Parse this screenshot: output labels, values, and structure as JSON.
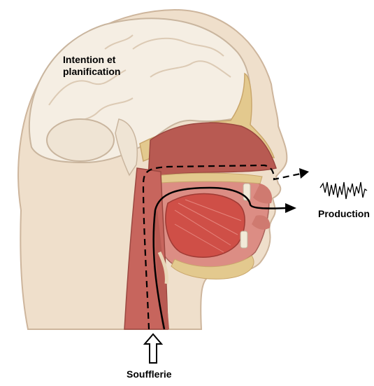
{
  "labels": {
    "intention_line1": "Intention et",
    "intention_line2": "planification",
    "production": "Production",
    "soufflerie": "Soufflerie"
  },
  "colors": {
    "skin": "#efdfcb",
    "skin_outline": "#cdb59c",
    "brain": "#f5eee3",
    "brain_outline": "#c9b59e",
    "bone": "#e3c98e",
    "cavity": "#b85a52",
    "tract_tissue": "#dc8d84",
    "tongue": "#cf4f47",
    "arrow": "#000000"
  },
  "icons": {
    "airflow_arrow": "hollow-up-arrow-icon",
    "waveform": "sound-waveform-icon"
  }
}
